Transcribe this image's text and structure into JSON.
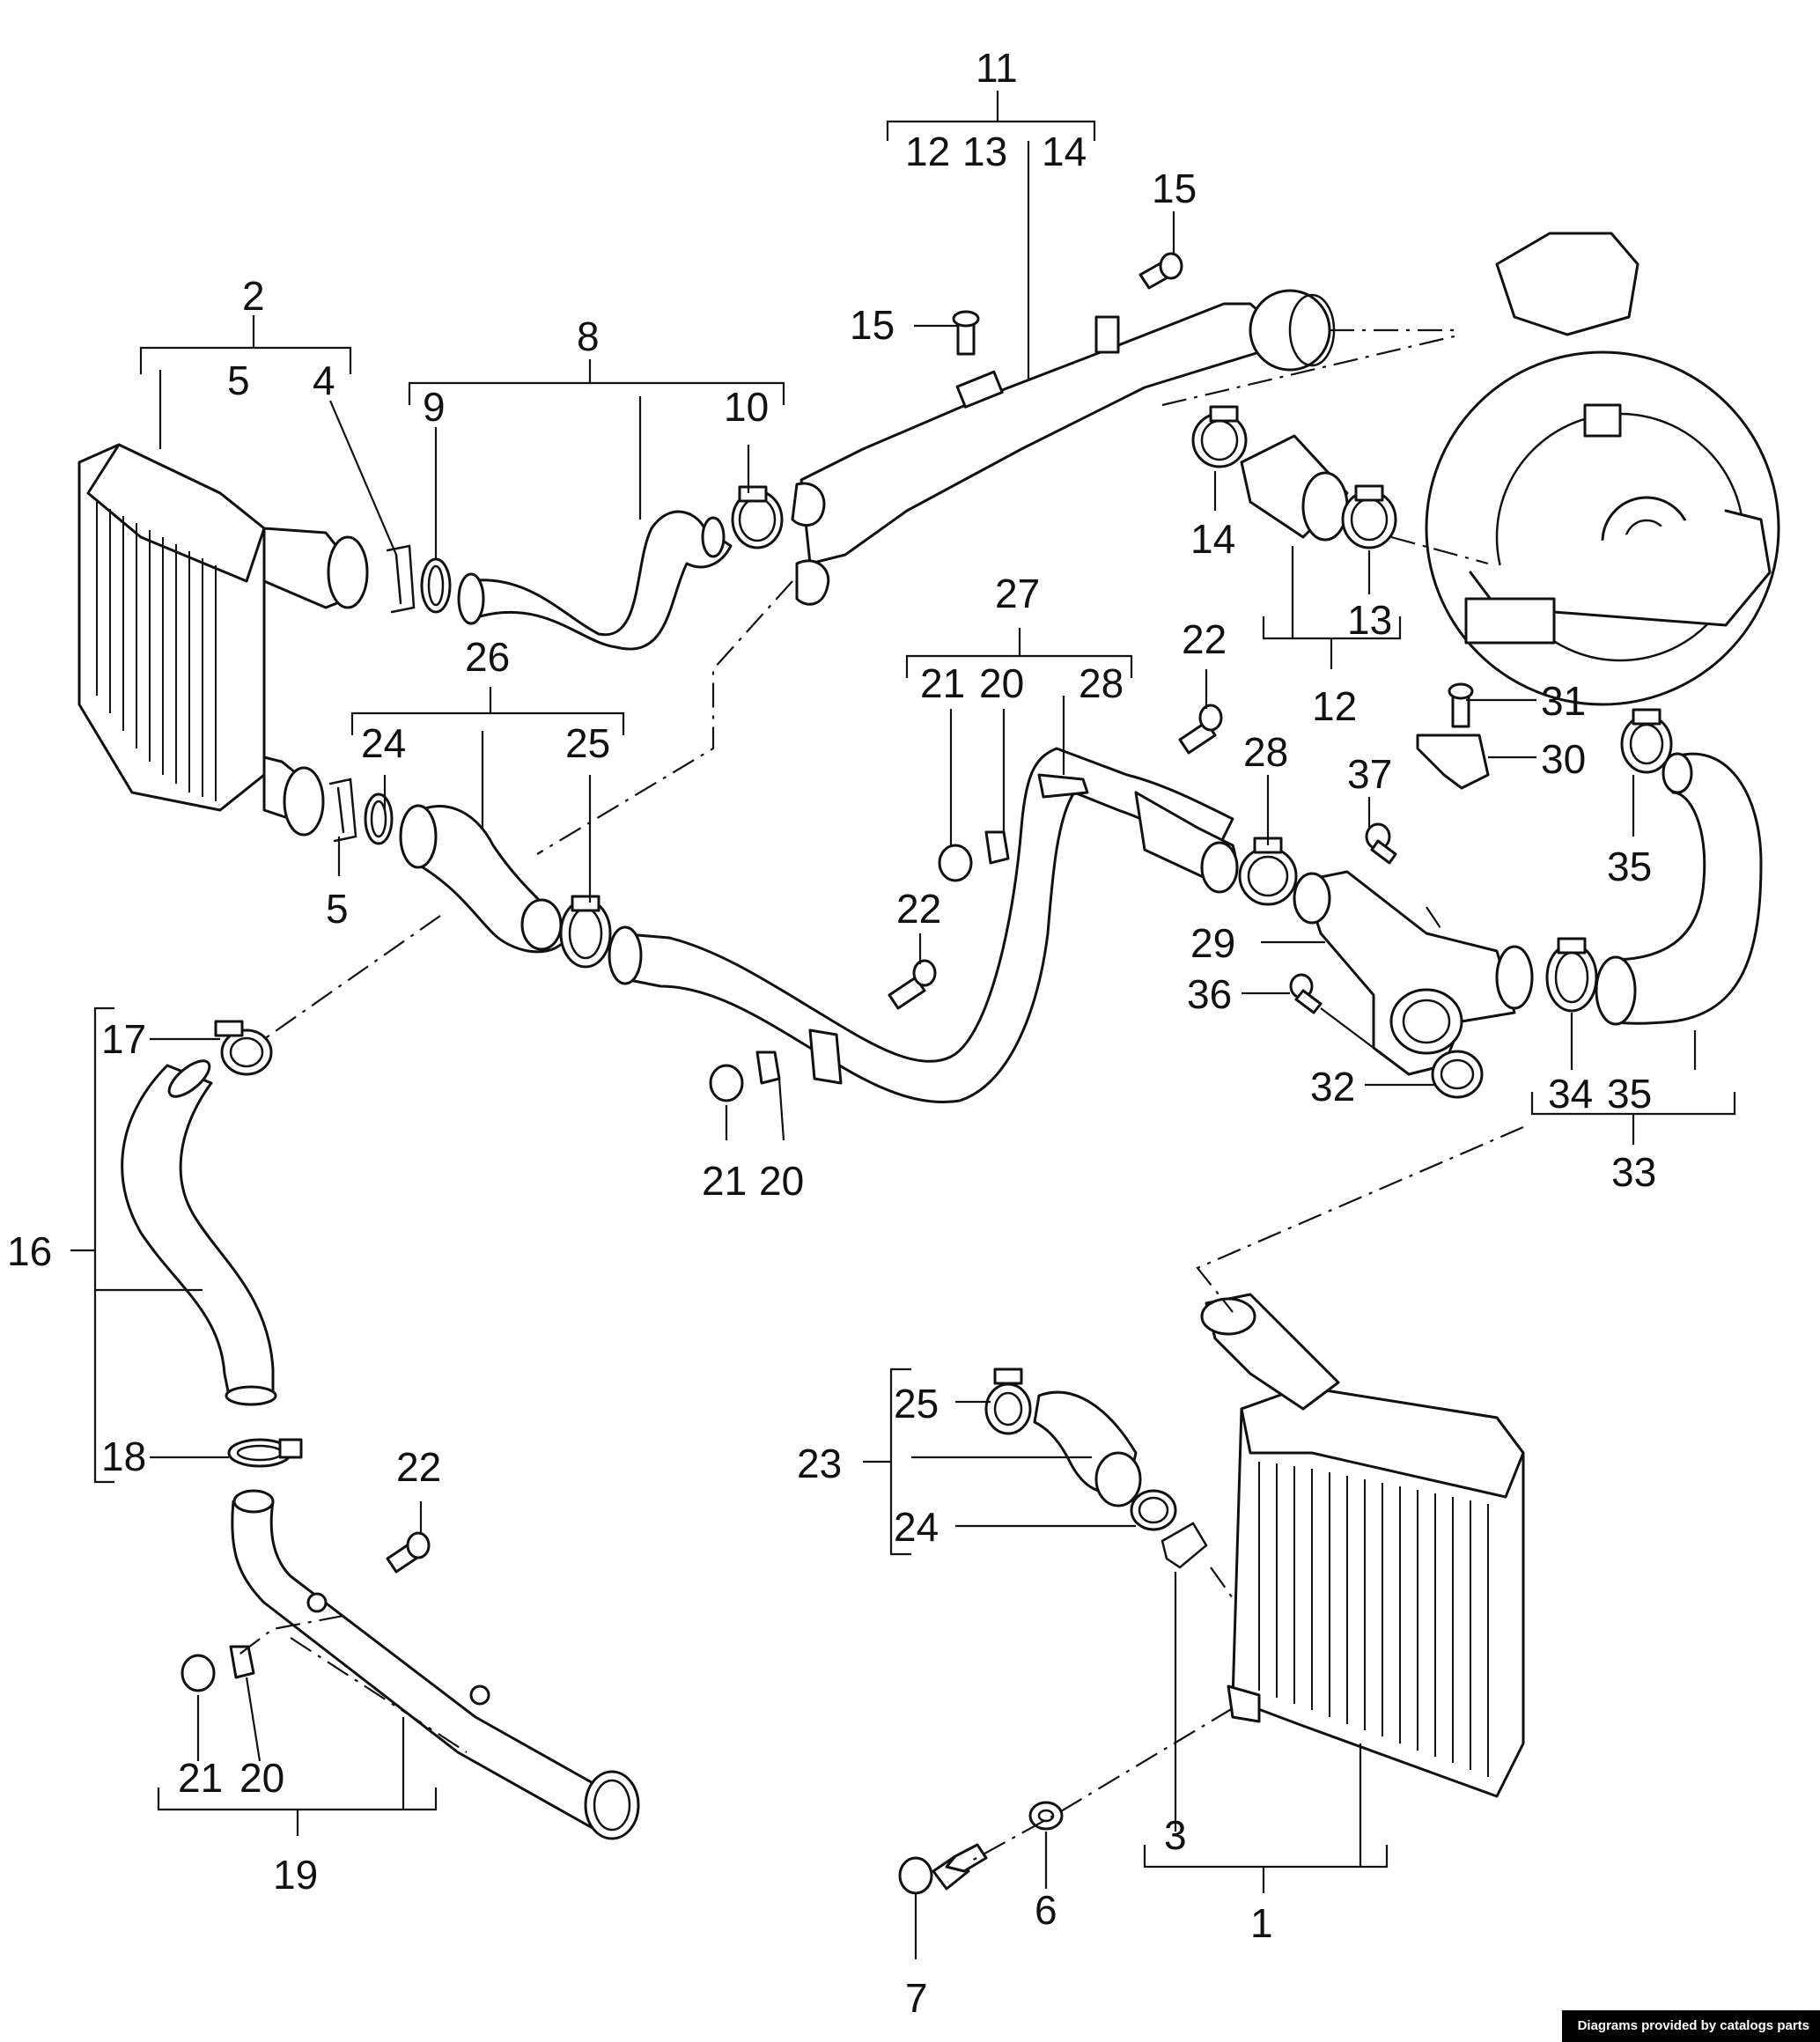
{
  "callouts": {
    "c1": "1",
    "c2": "2",
    "c3": "3",
    "c4": "4",
    "c5a": "5",
    "c5b": "5",
    "c6": "6",
    "c7": "7",
    "c8": "8",
    "c9": "9",
    "c10": "10",
    "c11": "11",
    "c12a": "12",
    "c12b": "12",
    "c13a": "13",
    "c13b": "13",
    "c14a": "14",
    "c14b": "14",
    "c15a": "15",
    "c15b": "15",
    "c16": "16",
    "c17": "17",
    "c18": "18",
    "c19": "19",
    "c20a": "20",
    "c20b": "20",
    "c20c": "20",
    "c21a": "21",
    "c21b": "21",
    "c21c": "21",
    "c22a": "22",
    "c22b": "22",
    "c22c": "22",
    "c23": "23",
    "c24a": "24",
    "c24b": "24",
    "c25a": "25",
    "c25b": "25",
    "c26": "26",
    "c27": "27",
    "c28a": "28",
    "c28b": "28",
    "c29": "29",
    "c30": "30",
    "c31": "31",
    "c32": "32",
    "c33": "33",
    "c34": "34",
    "c35a": "35",
    "c35b": "35",
    "c36": "36",
    "c37": "37"
  },
  "footer": {
    "credit": "Diagrams provided by catalogs parts"
  }
}
